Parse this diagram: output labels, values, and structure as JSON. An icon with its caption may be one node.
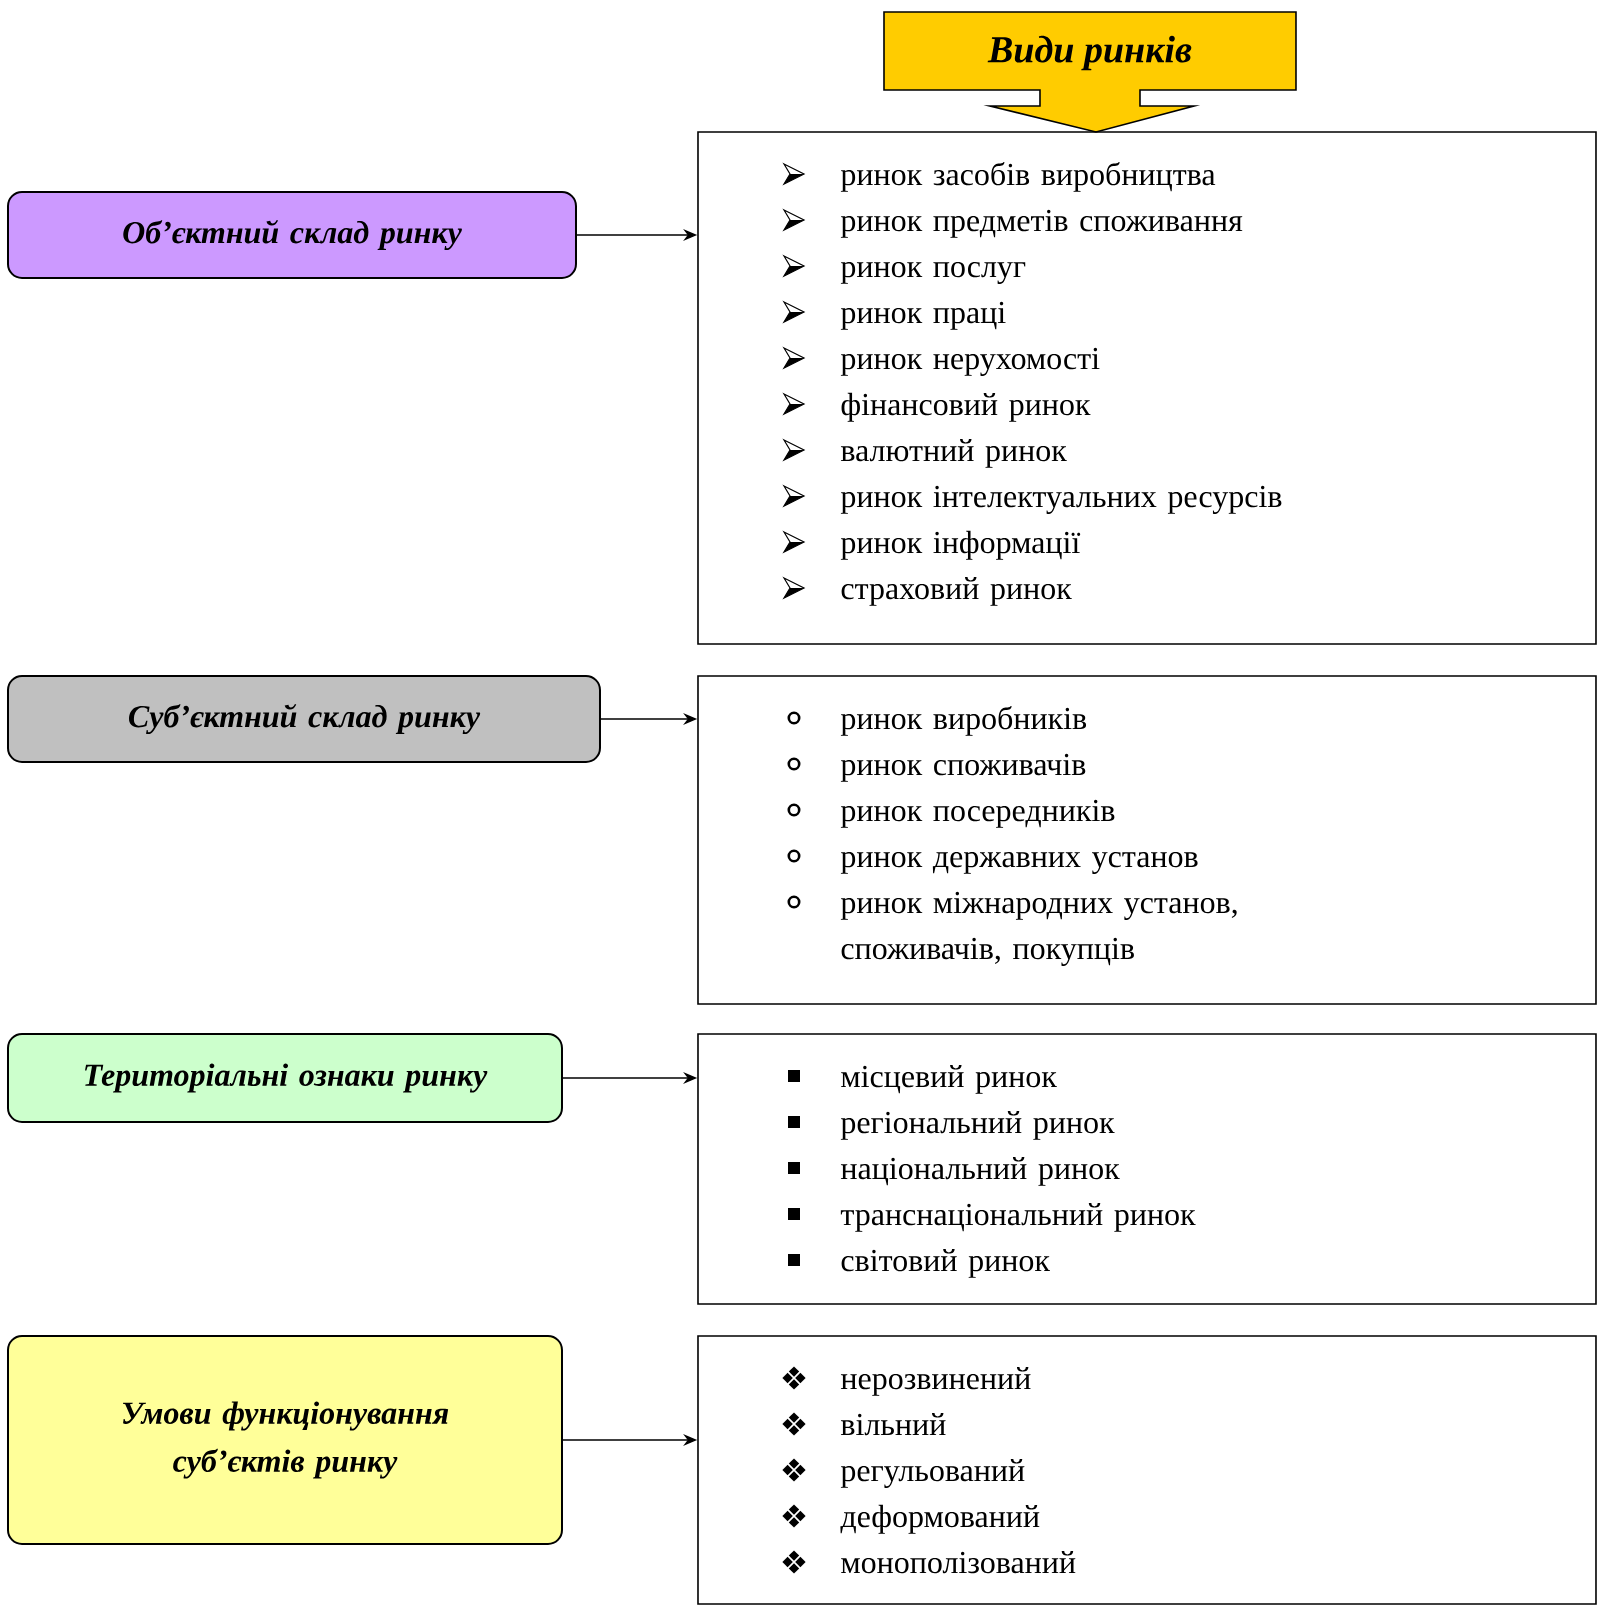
{
  "diagram": {
    "nodes": [
      {
        "text": [
          "Види ринків"
        ]
      },
      {
        "text": [
          "Об’єктний склад ринку"
        ]
      },
      {
        "text": [
          "ринок засобів виробництва",
          "ринок предметів споживання",
          "ринок послуг",
          "ринок праці",
          "ринок нерухомості",
          "фінансовий ринок",
          "валютний ринок",
          "ринок інтелектуальних ресурсів",
          "ринок інформації",
          "страховий ринок"
        ]
      },
      {
        "text": [
          "Суб’єктний склад ринку"
        ]
      },
      {
        "text": [
          "ринок виробників",
          "ринок споживачів",
          "ринок посередників",
          "ринок державних установ",
          "ринок міжнародних установ, споживачів, покупців"
        ]
      },
      {
        "text": [
          "Територіальні ознаки ринку"
        ]
      },
      {
        "text": [
          "місцевий ринок",
          "регіональний ринок",
          "національний ринок",
          "транснаціональний ринок",
          "світовий ринок"
        ]
      },
      {
        "text": [
          "Умови функціонування суб’єктів ринку"
        ]
      },
      {
        "text": [
          "нерозвинений",
          "вільний",
          "регульований",
          "деформований",
          "монополізований"
        ]
      }
    ],
    "edges": [
      {
        "from": 1,
        "to": 2,
        "arrow": "to"
      },
      {
        "from": 3,
        "to": 4,
        "arrow": "to"
      },
      {
        "from": 5,
        "to": 6,
        "arrow": "to"
      },
      {
        "from": 7,
        "to": 8,
        "arrow": "to"
      }
    ]
  }
}
